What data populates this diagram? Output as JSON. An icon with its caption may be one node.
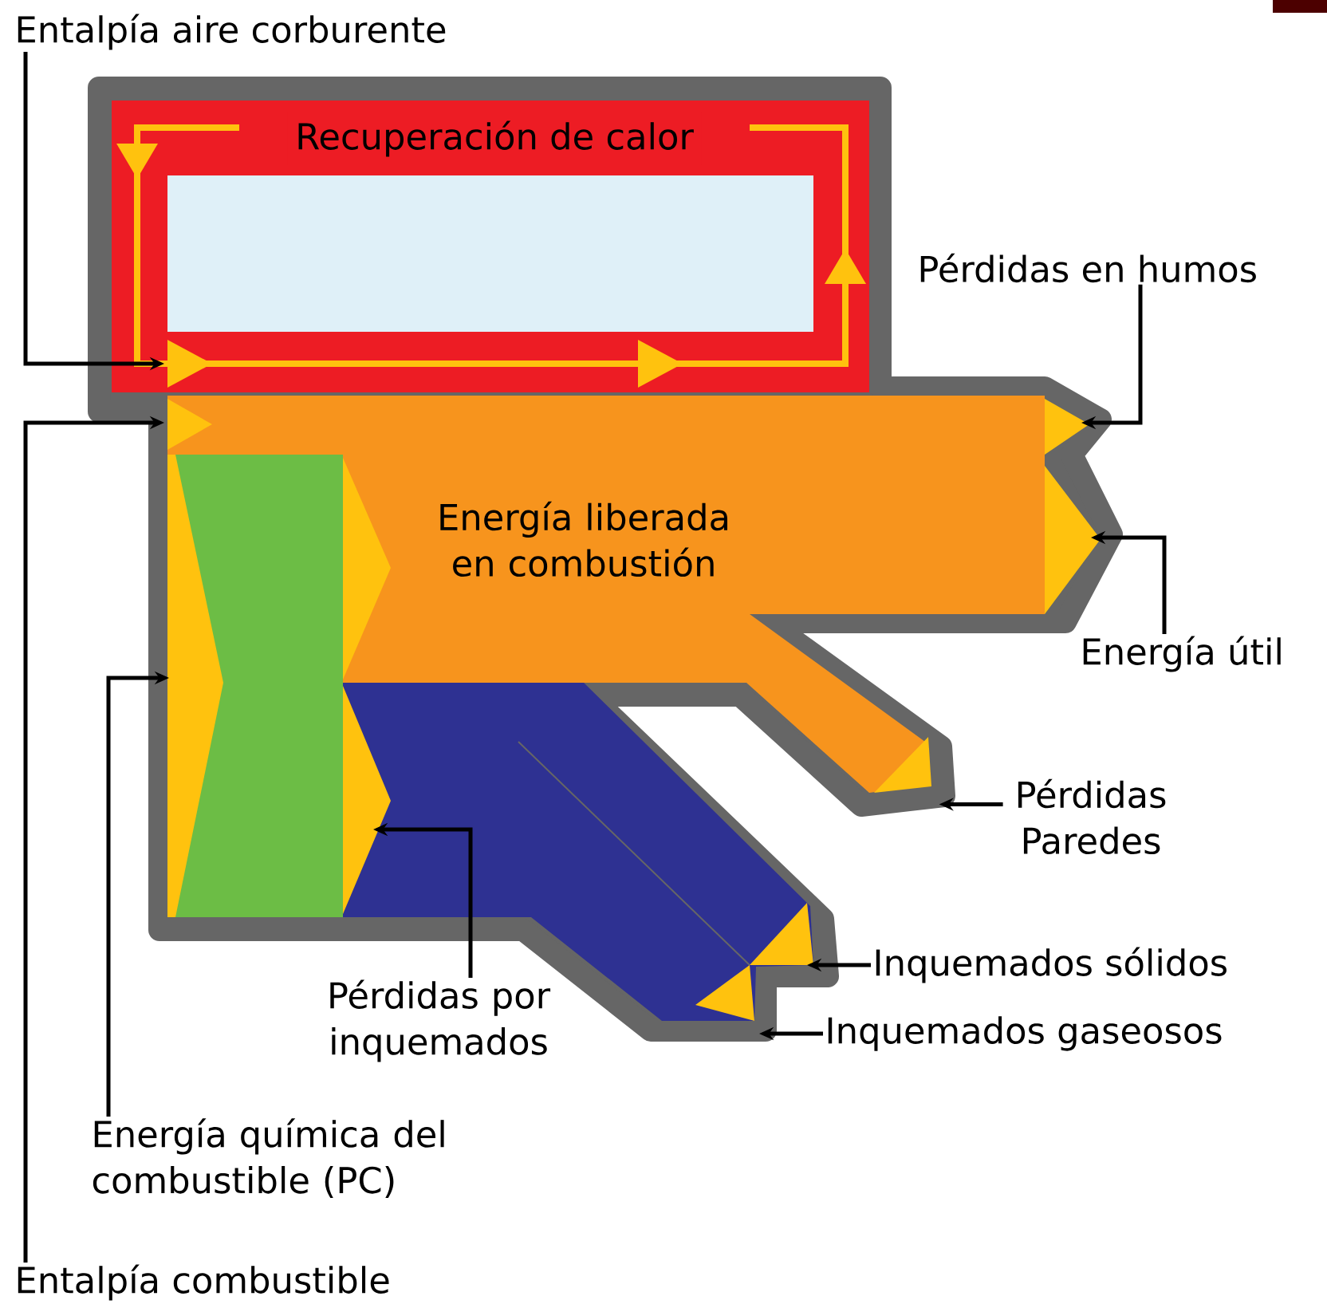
{
  "diagram": {
    "nodes": [
      {
        "text": [
          "Recuperación de calor"
        ]
      },
      {
        "text": [
          "Energía liberada en combustión"
        ]
      },
      {
        "text": [
          "Entalpía aire corburente"
        ]
      },
      {
        "text": [
          "Pérdidas en humos"
        ]
      },
      {
        "text": [
          "Energía útil"
        ]
      },
      {
        "text": [
          "Pérdidas Paredes"
        ]
      },
      {
        "text": [
          "Inquemados sólidos"
        ]
      },
      {
        "text": [
          "Inquemados gaseosos"
        ]
      },
      {
        "text": [
          "Pérdidas por inquemados"
        ]
      },
      {
        "text": [
          "Energía química del combustible (PC)"
        ]
      },
      {
        "text": [
          "Entalpía combustible"
        ]
      }
    ],
    "edges": [
      {
        "from": 2,
        "to": null,
        "arrow": "to"
      },
      {
        "from": 10,
        "to": null,
        "arrow": "to"
      },
      {
        "from": 9,
        "to": null,
        "arrow": "to"
      },
      {
        "from": 8,
        "to": null,
        "arrow": "to"
      },
      {
        "from": 3,
        "to": null,
        "arrow": "to"
      },
      {
        "from": 4,
        "to": null,
        "arrow": "to"
      },
      {
        "from": 5,
        "to": null,
        "arrow": "to"
      },
      {
        "from": 6,
        "to": null,
        "arrow": "to"
      },
      {
        "from": 7,
        "to": null,
        "arrow": "to"
      }
    ]
  }
}
